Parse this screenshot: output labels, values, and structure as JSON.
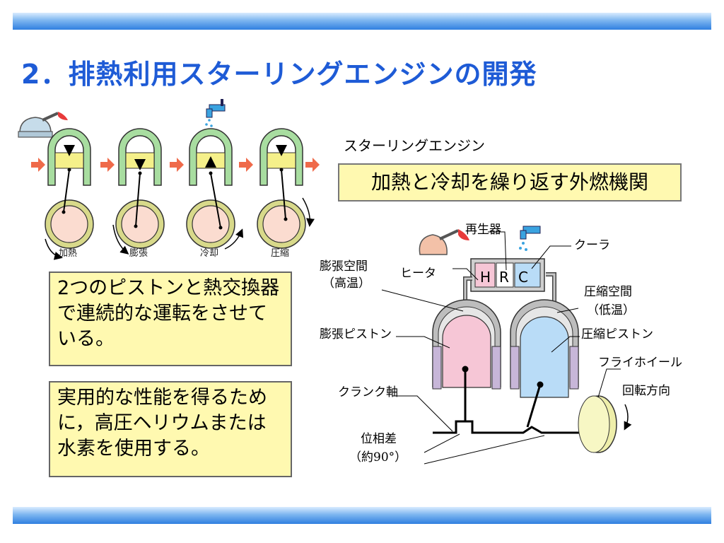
{
  "title": "2．排熱利用スターリングエンジンの開発",
  "subtitle": "スターリングエンジン",
  "headline": "加熱と冷却を繰り返す外燃機関",
  "notes": [
    "2つのピストンと熱交換器で連続的な運転をさせている。",
    "実用的な性能を得るために，高圧ヘリウムまたは水素を使用する。"
  ],
  "cycle_labels": [
    "加熱",
    "膨張",
    "冷却",
    "圧縮"
  ],
  "diagram": {
    "regenerator": "再生器",
    "cooler": "クーラ",
    "expansion_space": "膨張空間",
    "expansion_space_temp": "（高温）",
    "heater": "ヒータ",
    "compression_space": "圧縮空間",
    "compression_space_temp": "（低温）",
    "expansion_piston": "膨張ピストン",
    "compression_piston": "圧縮ピストン",
    "flywheel": "フライホイール",
    "rotation": "回転方向",
    "crankshaft": "クランク軸",
    "phase": "位相差",
    "phase_value": "（約90°）",
    "h": "H",
    "r": "R",
    "c": "C"
  },
  "colors": {
    "title": "#1e5bd6",
    "note_bg": "#fff9b0",
    "cylinder": "#a8dda0",
    "gas": "#f5f08a",
    "wheel": "#d8d98a",
    "hot": "#f6c6d6",
    "cold": "#b9dcf7",
    "arrow": "#ef6a4a"
  }
}
